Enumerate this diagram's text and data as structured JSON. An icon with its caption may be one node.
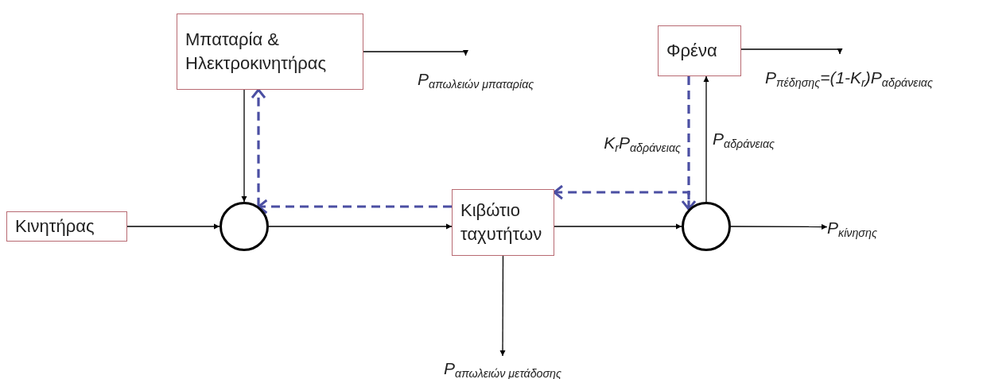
{
  "diagram": {
    "nodes": [
      {
        "text": [
          "Μπαταρία & Ηλεκτροκινητήρας"
        ]
      },
      {
        "text": [
          "Φρένα"
        ]
      },
      {
        "text": [
          "Κινητήρας"
        ]
      },
      {
        "text": [],
        "shape": "circle"
      },
      {
        "text": [
          "Κιβώτιο ταχυτήτων"
        ]
      },
      {
        "text": [],
        "shape": "circle"
      },
      {
        "text": [
          "P$_{απωλειών μπαταρίας}$"
        ]
      },
      {
        "text": [
          "P$_{πέδησης}$=(1-K$_{r}$)P$_{αδράνειας}$"
        ]
      },
      {
        "text": [
          "P$_{κίνησης}$"
        ]
      },
      {
        "text": [
          "P$_{απωλειών μετάδοσης}$"
        ]
      }
    ],
    "edges": [
      {
        "from": 2,
        "to": 3,
        "arrow": "to"
      },
      {
        "from": 0,
        "to": 3,
        "arrow": "to"
      },
      {
        "from": 3,
        "to": 4,
        "arrow": "to"
      },
      {
        "from": 4,
        "to": 5,
        "arrow": "to"
      },
      {
        "from": 5,
        "to": 8,
        "arrow": "to"
      },
      {
        "from": 5,
        "to": 1,
        "arrow": "to",
        "label": "P$_{αδράνειας}$"
      },
      {
        "from": 1,
        "to": 5,
        "arrow": "to",
        "label": "K$_{r}$P$_{αδράνειας}$",
        "style": "dashed",
        "color": "#4b4fa3"
      },
      {
        "from": 5,
        "to": 4,
        "arrow": "to",
        "style": "dashed",
        "color": "#4b4fa3"
      },
      {
        "from": 4,
        "to": 3,
        "arrow": "to",
        "style": "dashed",
        "color": "#4b4fa3"
      },
      {
        "from": 3,
        "to": 0,
        "arrow": "to",
        "style": "dashed",
        "color": "#4b4fa3"
      },
      {
        "from": 0,
        "to": 6,
        "arrow": "to"
      },
      {
        "from": 1,
        "to": 7,
        "arrow": "to"
      },
      {
        "from": 4,
        "to": 9,
        "arrow": "to"
      }
    ]
  }
}
